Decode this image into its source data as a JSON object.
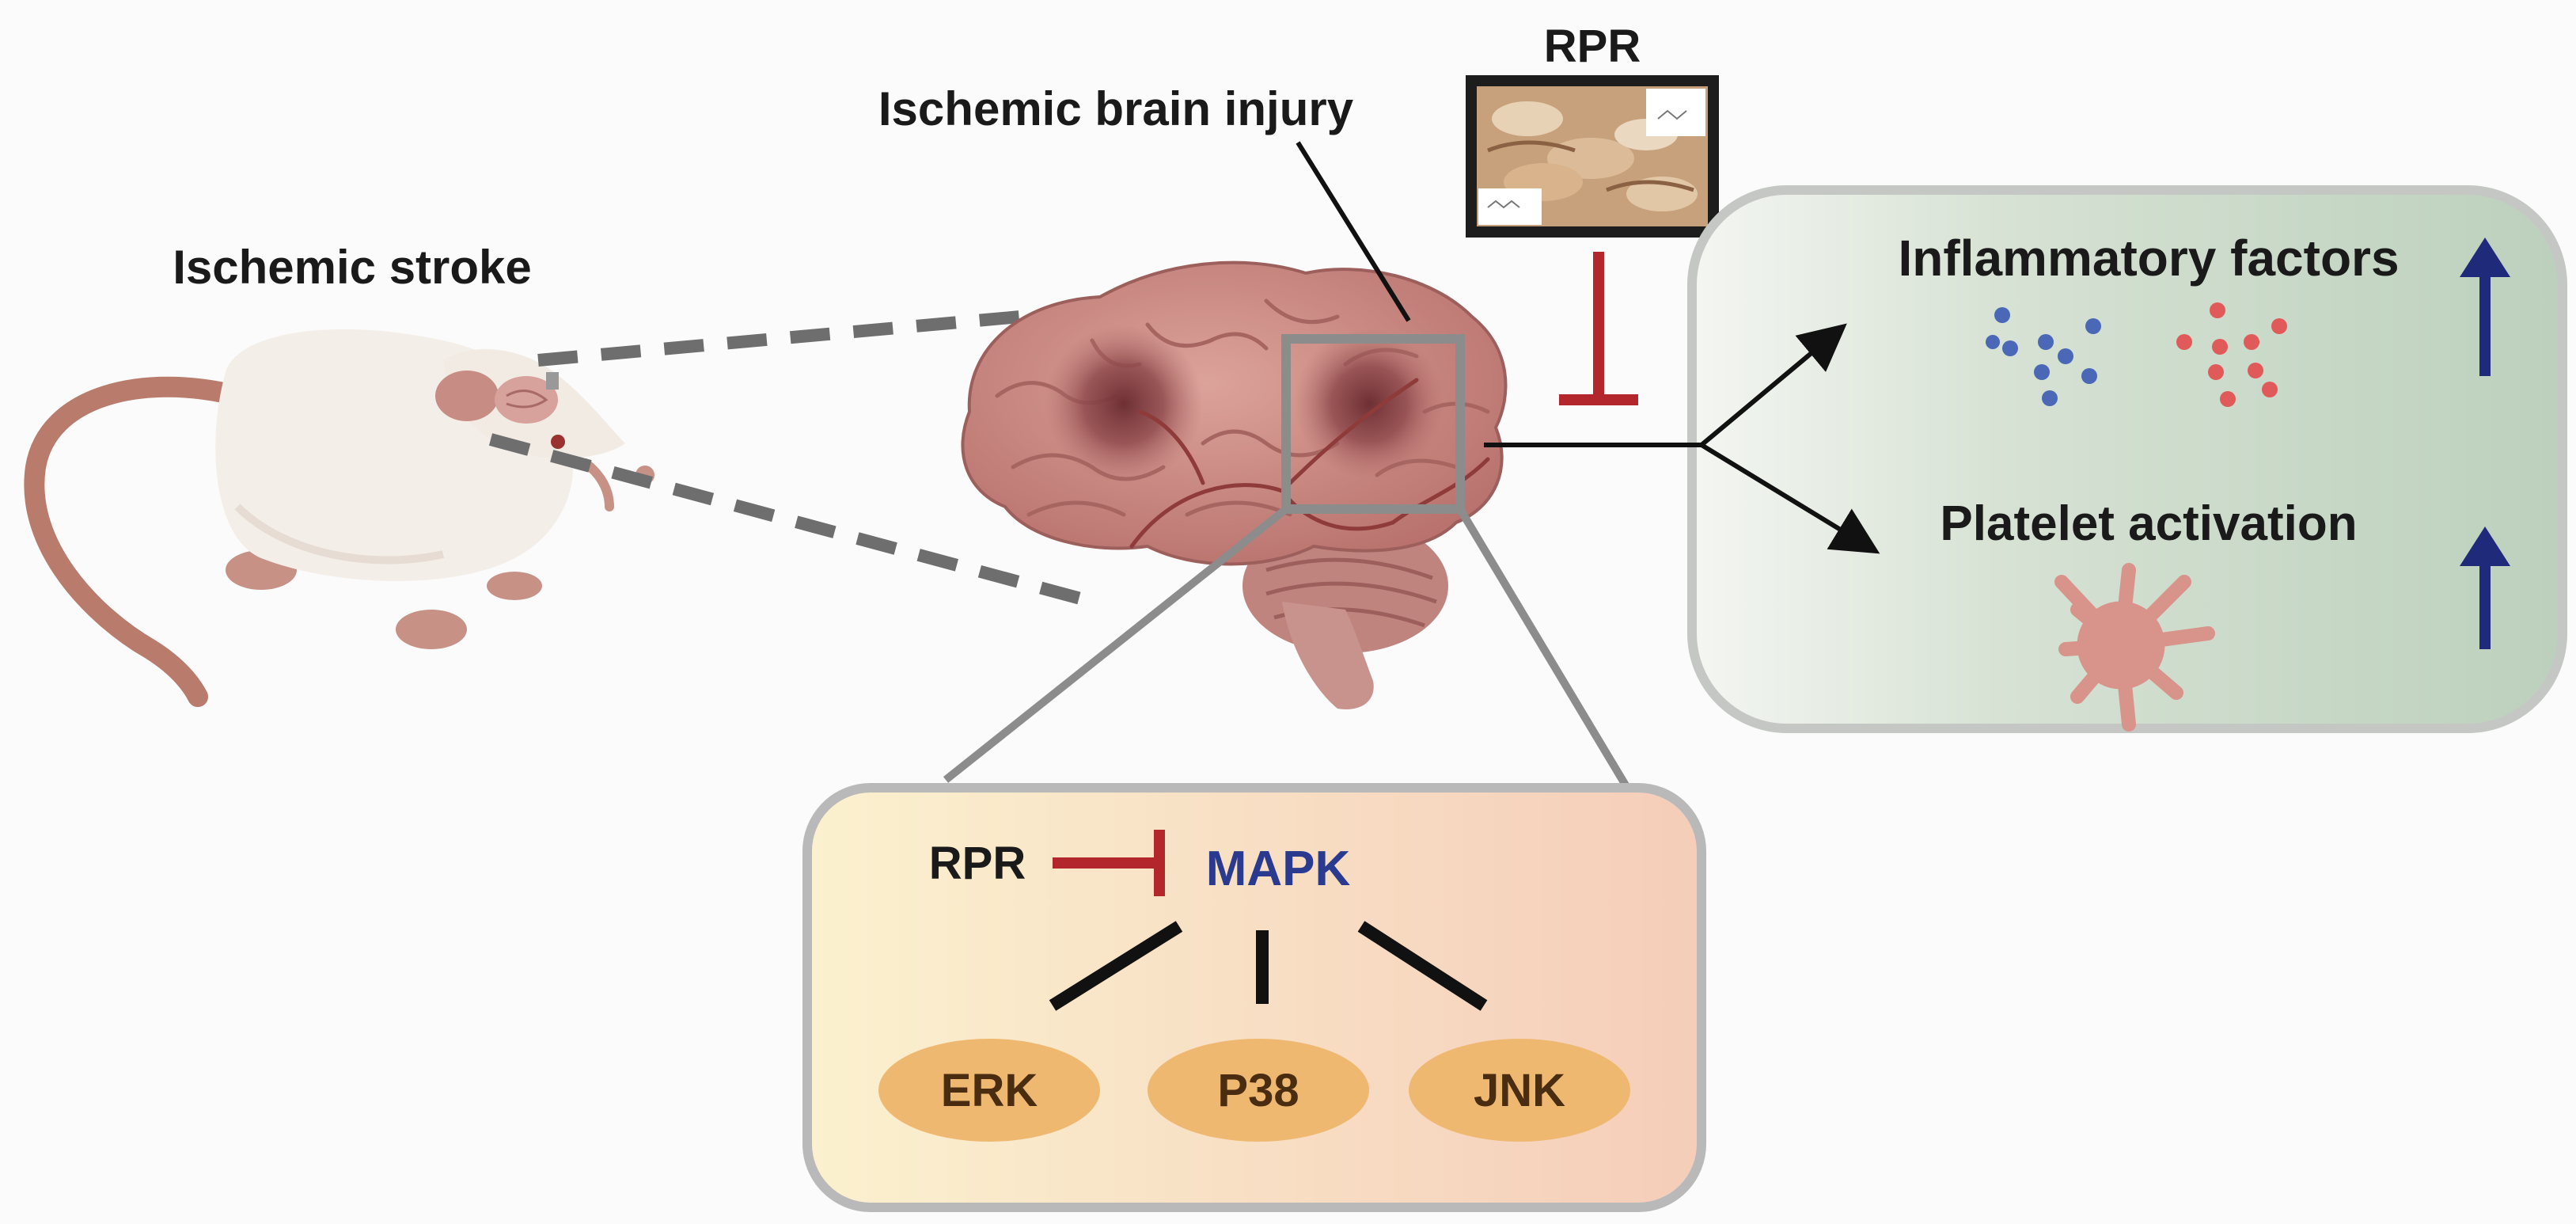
{
  "labels": {
    "ischemic_stroke": "Ischemic stroke",
    "ischemic_brain_injury": "Ischemic brain injury",
    "rpr_top": "RPR",
    "inflammatory_factors": "Inflammatory factors",
    "platelet_activation": "Platelet activation",
    "rpr_inhibitor": "RPR",
    "mapk": "MAPK",
    "erk": "ERK",
    "p38": "P38",
    "jnk": "JNK"
  },
  "colors": {
    "text": "#1a1a1a",
    "mapk_blue": "#2a3b8f",
    "inhibit_red": "#b3262c",
    "up_arrow_blue": "#1f2b7a",
    "kinase_fill": "#efb870",
    "gray_frame": "#8c8c8c",
    "dot_blue": "#4a68b6",
    "dot_red": "#e05a5a"
  },
  "icons": [
    "rat-illustration",
    "brain-illustration",
    "herb-slices-photo",
    "platelet-icon"
  ]
}
